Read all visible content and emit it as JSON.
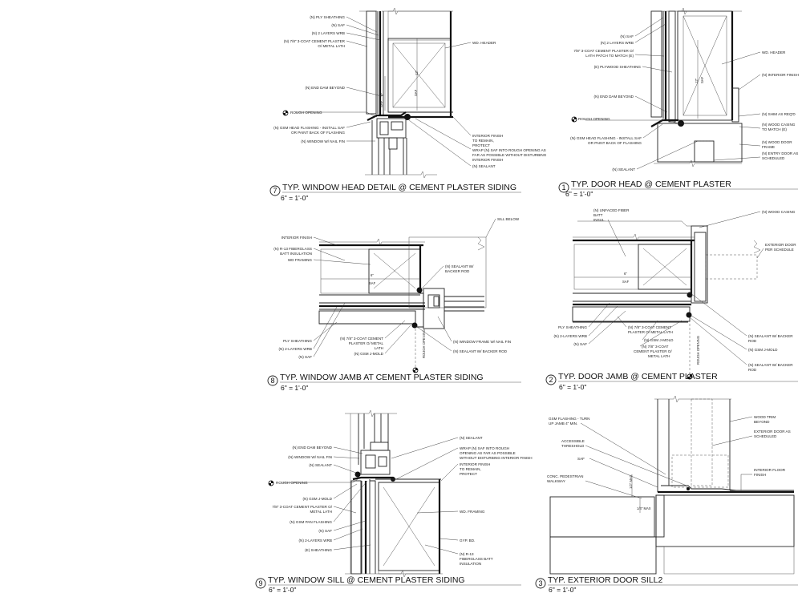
{
  "details": [
    {
      "id": "d7",
      "number": "7",
      "title": "TYP. WINDOW HEAD DETAIL @ CEMENT PLASTER SIDING",
      "scale": "6\" = 1'-0\"",
      "labels_left": [
        "(N) PLY SHEATHING",
        "(N) SAF",
        "(N) 2 LAYERS WRB",
        "(N) 7/8\" 3-COAT CEMENT PLASTER",
        "O/ METAL LATH",
        "(N) END DAM BEYOND",
        "ROUGH OPENING",
        "(N) GSM HEAD FLASHING - INSTALL SAF",
        "OR PAINT BACK OF FLASHING",
        "(N) WINDOW W/ NAIL FIN"
      ],
      "labels_right": [
        "WD. HEADER",
        "INTERIOR FINISH",
        "TO REMAIN,",
        "PROTECT",
        "WRAP (N) SAF INTO ROUGH OPENING AS",
        "FAR AS POSSIBLE WITHOUT DISTURBING",
        "INTERIOR FINISH",
        "(N) SEALANT"
      ],
      "dims": [
        "6\"",
        "SAF",
        "12\"",
        "SAF"
      ]
    },
    {
      "id": "d1",
      "number": "1",
      "title": "TYP. DOOR HEAD @ CEMENT PLASTER",
      "scale": "6\" = 1'-0\"",
      "labels_left": [
        "(N) SAF",
        "(N) 2 LAYERS WRB",
        "7/8\" 3-COAT CEMENT PLASTER O/",
        "LATH PATCH TO MATCH (E)",
        "(E) PLYWOOD SHEATHING",
        "(N) END DAM BEYOND",
        "ROUGH OPENING",
        "(N) GSM HEAD FLASHING - INSTALL SAF",
        "OR PAINT BACK OF FLASHING",
        "(N) SEALANT"
      ],
      "labels_right": [
        "WD. HEADER",
        "(N) INTERIOR FINISH",
        "(N) SHIM AS REQ'D",
        "(N) WOOD CASING",
        "TO MATCH (E)",
        "(N) WOOD DOOR",
        "FRAME",
        "(N) ENTRY DOOR AS",
        "SCHEDULED"
      ],
      "dims": [
        "12\"",
        "SAF"
      ]
    },
    {
      "id": "d8",
      "number": "8",
      "title": "TYP. WINDOW JAMB AT CEMENT PLASTER SIDING",
      "scale": "6\" = 1'-0\"",
      "labels_left": [
        "INTERIOR FINISH",
        "(N) R-13 FIBERGLASS",
        "BATT INSULATION",
        "WD FRAMING",
        "PLY SHEATHING",
        "(N) 2-LAYERS WRB",
        "(N) SAF"
      ],
      "labels_right": [
        "SILL BELOW",
        "(N) SEALANT W/",
        "BACKER ROD",
        "(N) WINDOW FRAME W/ NAIL FIN",
        "(N) SEALANT W/ BACKER ROD"
      ],
      "labels_bottom": [
        "(N) 7/8\" 3-COAT CEMENT",
        "PLASTER O/ METAL",
        "LATH",
        "(N) GSM J-MOLD",
        "ROUGH OPENING"
      ],
      "dims": [
        "6\"",
        "SAF"
      ]
    },
    {
      "id": "d2",
      "number": "2",
      "title": "TYP. DOOR JAMB @ CEMENT PLASTER",
      "scale": "6\" = 1'-0\"",
      "labels_left": [
        "(N) UNFACED FIBER",
        "BATT",
        "INSUL.",
        "PLY SHEATHING",
        "(N) 2-LAYERS WRB",
        "(N) SAF"
      ],
      "labels_right": [
        "(N) WOOD CASING",
        "EXTERIOR DOOR",
        "PER SCHEDULE",
        "(N) SEALANT W/ BACKER",
        "ROD",
        "(N) GSM J-MOLD",
        "(N) SEALANT W/ BACKER",
        "ROD"
      ],
      "labels_bottom": [
        "(N) 7/8\" 3-COAT CEMENT",
        "PLASTER O/ METAL LATH",
        "(N) GSM J-MOLD",
        "(N) 7/8\" 3-COAT",
        "CEMENT PLASTER O/",
        "METAL LATH",
        "ROUGH OPENING"
      ],
      "dims": [
        "6\"",
        "SAF"
      ]
    },
    {
      "id": "d9",
      "number": "9",
      "title": "TYP. WINDOW SILL @ CEMENT PLASTER SIDING",
      "scale": "6\" = 1'-0\"",
      "labels_left": [
        "(N) END DAM BEYOND",
        "(N) WINDOW W/ NAIL FIN",
        "(N) SEALANT",
        "ROUGH OPENING",
        "(N) GSM J-MOLD",
        "7/8\" 3-COAT CEMENT PLASTER O/",
        "METAL LATH",
        "(N) GSM PAN FLASHING",
        "(N) SAF",
        "(N) 2-LAYERS WRB",
        "(E) SHEATHING"
      ],
      "labels_right": [
        "(N) SEALANT",
        "WRAP (N) SAF INTO ROUGH",
        "OPENING AS FAR AS POSSIBLE",
        "WITHOUT DISTURBING INTERIOR FINISH",
        "INTERIOR FINISH",
        "TO REMAIN,",
        "PROTECT",
        "WD. FRAMING",
        "GYP. BD.",
        "(N) R-13",
        "FIBERGLASS BATT",
        "INSULATION"
      ]
    },
    {
      "id": "d3",
      "number": "3",
      "title": "TYP. EXTERIOR DOOR SILL2",
      "scale": "6\" = 1'-0\"",
      "labels_left": [
        "GSM FLASHING - TURN",
        "UP JAMB 4\" MIN.",
        "ACCESSIBLE",
        "THRESHOLD",
        "SAF",
        "CONC. PEDESTRIAN",
        "WALKWAY"
      ],
      "labels_right": [
        "WOOD TRIM",
        "BEYOND",
        "EXTERIOR DOOR AS",
        "SCHEDULED",
        "INTERIOR FLOOR",
        "FINISH"
      ],
      "dims": [
        "1/2\" MAX",
        "1/4\" MAX"
      ]
    }
  ]
}
